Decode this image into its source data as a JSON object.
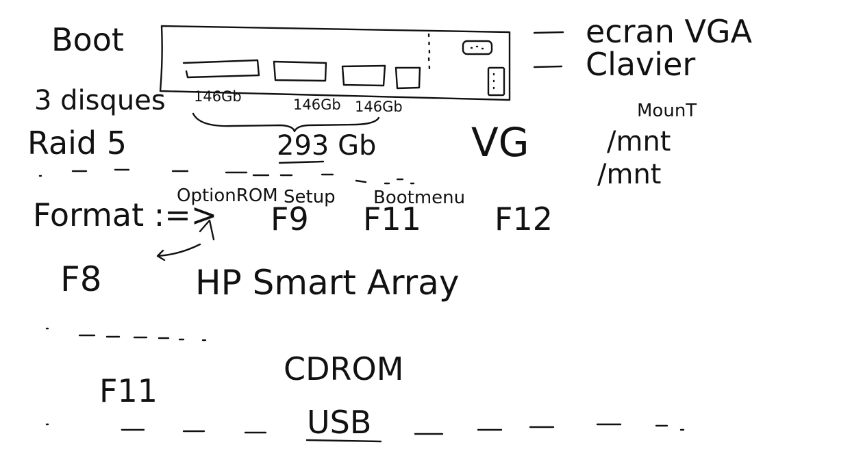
{
  "server": {
    "left_labels": {
      "boot": "Boot",
      "disks": "3 disques",
      "raid": "Raid 5"
    },
    "disk_sizes": [
      "146Gb",
      "146Gb",
      "146Gb"
    ],
    "total": "293 Gb",
    "right_labels": {
      "screen": "ecran VGA",
      "keyboard": "Clavier"
    }
  },
  "lvm": {
    "vg": "VG",
    "mount": "MounT",
    "mnt1": "/mnt",
    "mnt2": "/mnt"
  },
  "keys": {
    "format": "Format :=>",
    "option_rom": {
      "label": "OptionROM",
      "key": "F8"
    },
    "setup": {
      "label": "Setup",
      "key": "F9"
    },
    "bootmenu": {
      "label": "Bootmenu",
      "key": "F11"
    },
    "f12": "F12"
  },
  "hp": "HP Smart Array",
  "boot_devices": {
    "key": "F11",
    "cdrom": "CDROM",
    "usb": "USB"
  },
  "style": {
    "ink": "#111111",
    "background": "#ffffff"
  }
}
